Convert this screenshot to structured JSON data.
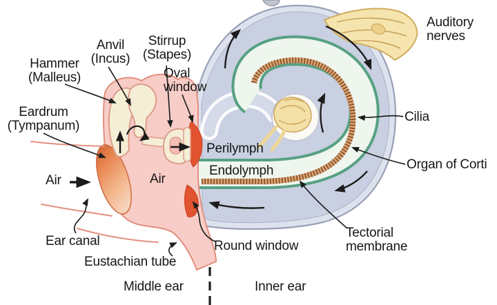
{
  "figure": {
    "subject": "Anatomy of the middle ear and inner ear (cochlea) with sound path arrows",
    "sections": {
      "left": "Middle ear",
      "right": "Inner ear"
    }
  },
  "labels": {
    "auditory_nerves": "Auditory\nnerves",
    "hammer": "Hammer\n(Malleus)",
    "anvil": "Anvil\n(Incus)",
    "stirrup": "Stirrup\n(Stapes)",
    "oval_window": "Oval\nwindow",
    "eardrum": "Eardrum\n(Tympanum)",
    "air_outer": "Air",
    "air_middle": "Air",
    "ear_canal": "Ear canal",
    "eustachian_tube": "Eustachian tube",
    "round_window": "Round window",
    "perilymph": "Perilymph",
    "endolymph": "Endolymph",
    "cilia": "Cilia",
    "organ_of_corti": "Organ of Corti",
    "tectorial_membrane": "Tectorial\nmembrane",
    "middle_ear": "Middle ear",
    "inner_ear": "Inner ear"
  },
  "colors": {
    "cochlea_fill": "#c9d0e1",
    "cochlea_rim": "#dde2ee",
    "cochlea_outline": "#99a1b6",
    "membrane_green": "#57a083",
    "endolymph_fill": "#eef6ee",
    "tectorial_brown": "#8a4f26",
    "tectorial_tan": "#d9a575",
    "middle_ear_pink": "#f8cdc7",
    "tissue_outline": "#e18f7f",
    "ossicle_cream": "#f5eed6",
    "ossicle_outline": "#dd9d8a",
    "window_red": "#e25330",
    "eardrum_orange": "#e8834e",
    "nerve_yellow": "#f5e4ad",
    "nerve_outline": "#d0ab60",
    "arrow_black": "#1c1c1c"
  }
}
